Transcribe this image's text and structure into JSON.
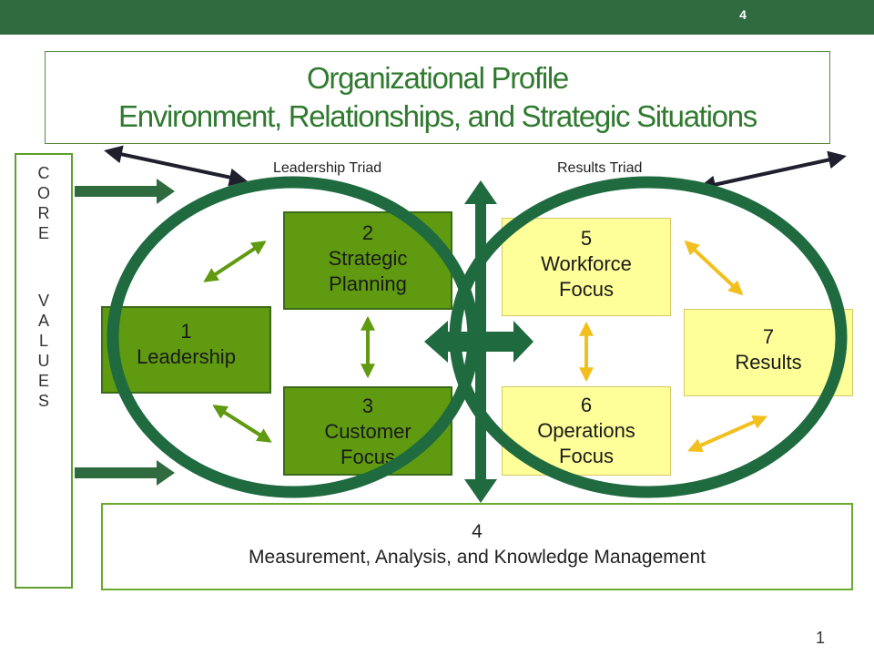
{
  "header": {
    "slide_number": "4"
  },
  "title": {
    "line1": "Organizational Profile",
    "line2": "Environment, Relationships, and Strategic Situations"
  },
  "core_values": [
    "C",
    "O",
    "R",
    "E",
    "",
    "V",
    "A",
    "L",
    "U",
    "E",
    "S"
  ],
  "triads": {
    "leadership": "Leadership Triad",
    "results": "Results Triad"
  },
  "boxes": {
    "leadership": {
      "num": "1",
      "label": "Leadership"
    },
    "strategic_planning": {
      "num": "2",
      "label": "Strategic\nPlanning"
    },
    "customer_focus": {
      "num": "3",
      "label": "Customer\nFocus"
    },
    "measurement": {
      "num": "4",
      "label": "Measurement, Analysis, and Knowledge Management"
    },
    "workforce_focus": {
      "num": "5",
      "label": "Workforce\nFocus"
    },
    "operations_focus": {
      "num": "6",
      "label": "Operations\nFocus"
    },
    "results": {
      "num": "7",
      "label": "Results"
    }
  },
  "colors": {
    "dark_green": "#2f6b3f",
    "box_green": "#5f9a10",
    "box_yellow": "#ffff99",
    "title_green": "#2f7a2f",
    "arrow_green": "#5f9a10",
    "arrow_yellow": "#f2c01e",
    "ring_green": "#1f6b3f"
  },
  "footer": {
    "page_number": "1"
  }
}
